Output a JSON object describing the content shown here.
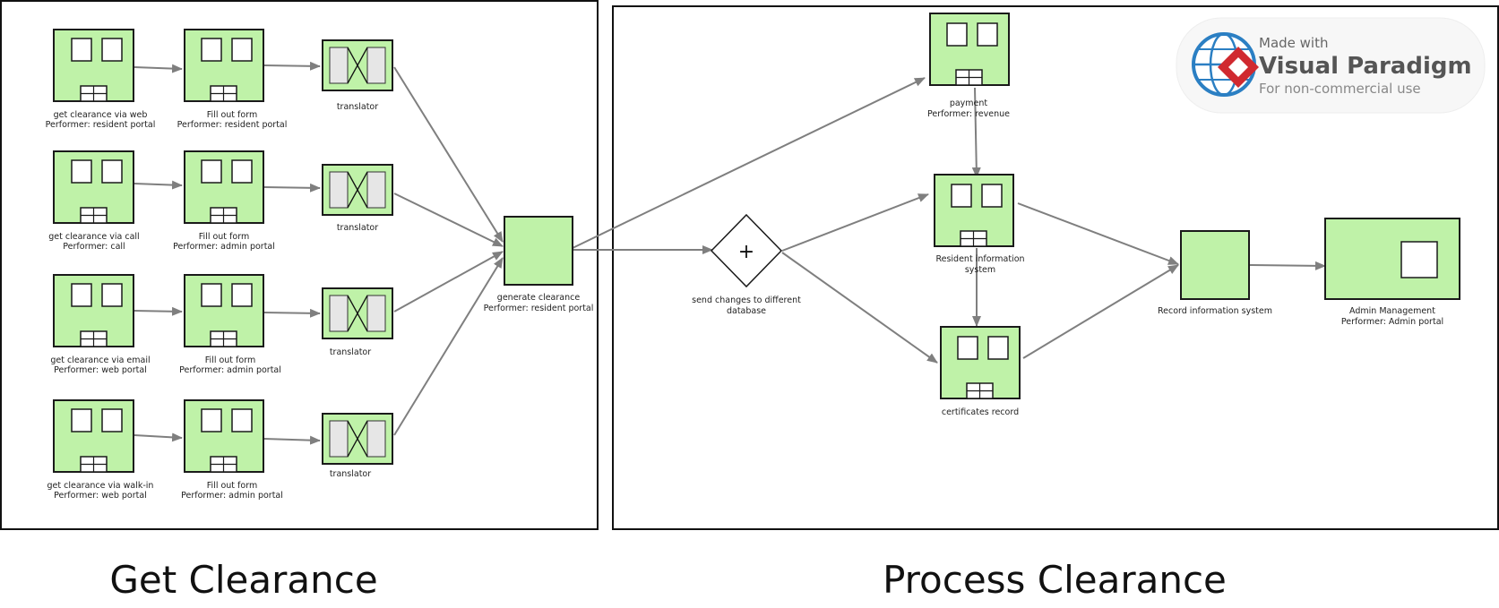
{
  "pools": {
    "left_title": "Get Clearance",
    "right_title": "Process Clearance"
  },
  "nodes": {
    "get_web": [
      "get clearance via web",
      "Performer: resident portal"
    ],
    "get_call": [
      "get clearance via call",
      "Performer: call"
    ],
    "get_email": [
      "get clearance via email",
      "Performer: web portal"
    ],
    "get_walkin": [
      "get clearance via walk-in",
      "Performer: web portal"
    ],
    "form_1": [
      "Fill out form",
      "Performer: resident portal"
    ],
    "form_2": [
      "Fill out form",
      "Performer: admin portal"
    ],
    "form_3": [
      "Fill out form",
      "Performer: admin portal"
    ],
    "form_4": [
      "Fill out form",
      "Performer: admin portal"
    ],
    "translator": [
      "translator"
    ],
    "generate": [
      "generate clearance",
      "Performer: resident portal"
    ],
    "gateway": [
      "send changes to different",
      "database"
    ],
    "payment": [
      "payment",
      "Performer: revenue"
    ],
    "resident_info": [
      "Resident information",
      "system"
    ],
    "certificates": [
      "certificates record"
    ],
    "record_info": [
      "Record information system"
    ],
    "admin": [
      "Admin Management",
      "Performer: Admin portal"
    ]
  },
  "gateway_symbol": "+",
  "watermark": {
    "line1": "Made with",
    "line2": "Visual Paradigm",
    "line3": "For non-commercial use",
    "icon": "globe-logo-icon",
    "colors": {
      "globe": "#2b7fc3",
      "diamond": "#d0292f"
    }
  },
  "colors": {
    "node_fill": "#bff2a8",
    "edge": "#7f7f7f"
  }
}
